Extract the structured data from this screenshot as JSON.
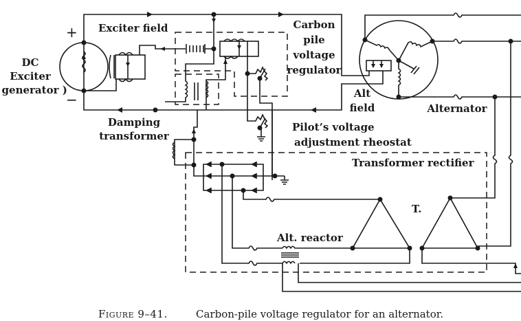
{
  "labels": {
    "plus": "+",
    "minus": "−",
    "dc_exciter_line1": "DC",
    "dc_exciter_line2": "Exciter",
    "dc_exciter_line3": "( generator )",
    "exciter_field": "Exciter field",
    "carbon_line1": "Carbon",
    "carbon_line2": "pile",
    "carbon_line3": "voltage",
    "carbon_line4": "regulator",
    "alt_field_line1": "Alt",
    "alt_field_line2": "field",
    "alternator": "Alternator",
    "damping_line1": "Damping",
    "damping_line2": "transformer",
    "pilot_line1": "Pilot’s voltage",
    "pilot_line2": "adjustment rheostat",
    "transformer_rectifier": "Transformer rectifier",
    "t_label": "T.",
    "alt_reactor": "Alt. reactor"
  },
  "caption": {
    "figure": "Figure 9–41.",
    "text": "Carbon-pile voltage regulator  for an alternator."
  }
}
